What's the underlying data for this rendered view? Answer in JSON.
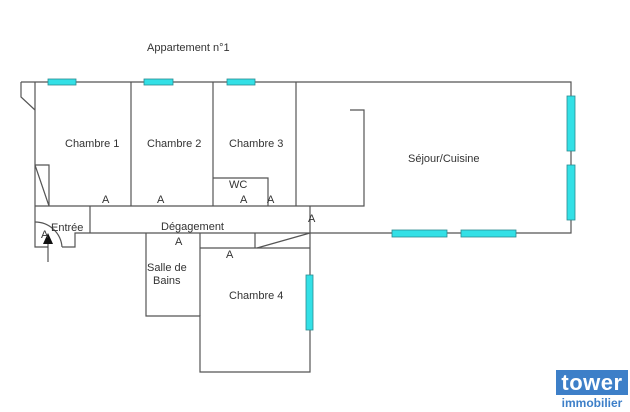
{
  "title": "Appartement n°1",
  "rooms": {
    "chambre1": "Chambre 1",
    "chambre2": "Chambre 2",
    "chambre3": "Chambre 3",
    "wc": "WC",
    "sejour": "Séjour/Cuisine",
    "entree": "Entrée",
    "degagement": "Dégagement",
    "salle_de_bains_1": "Salle de",
    "salle_de_bains_2": "Bains",
    "chambre4": "Chambre 4"
  },
  "door_marker": "A",
  "logo": {
    "name": "tower",
    "sub": "immobilier",
    "color": "#3d7fc8"
  },
  "colors": {
    "window": "#33e0e6",
    "wall": "#555555"
  }
}
